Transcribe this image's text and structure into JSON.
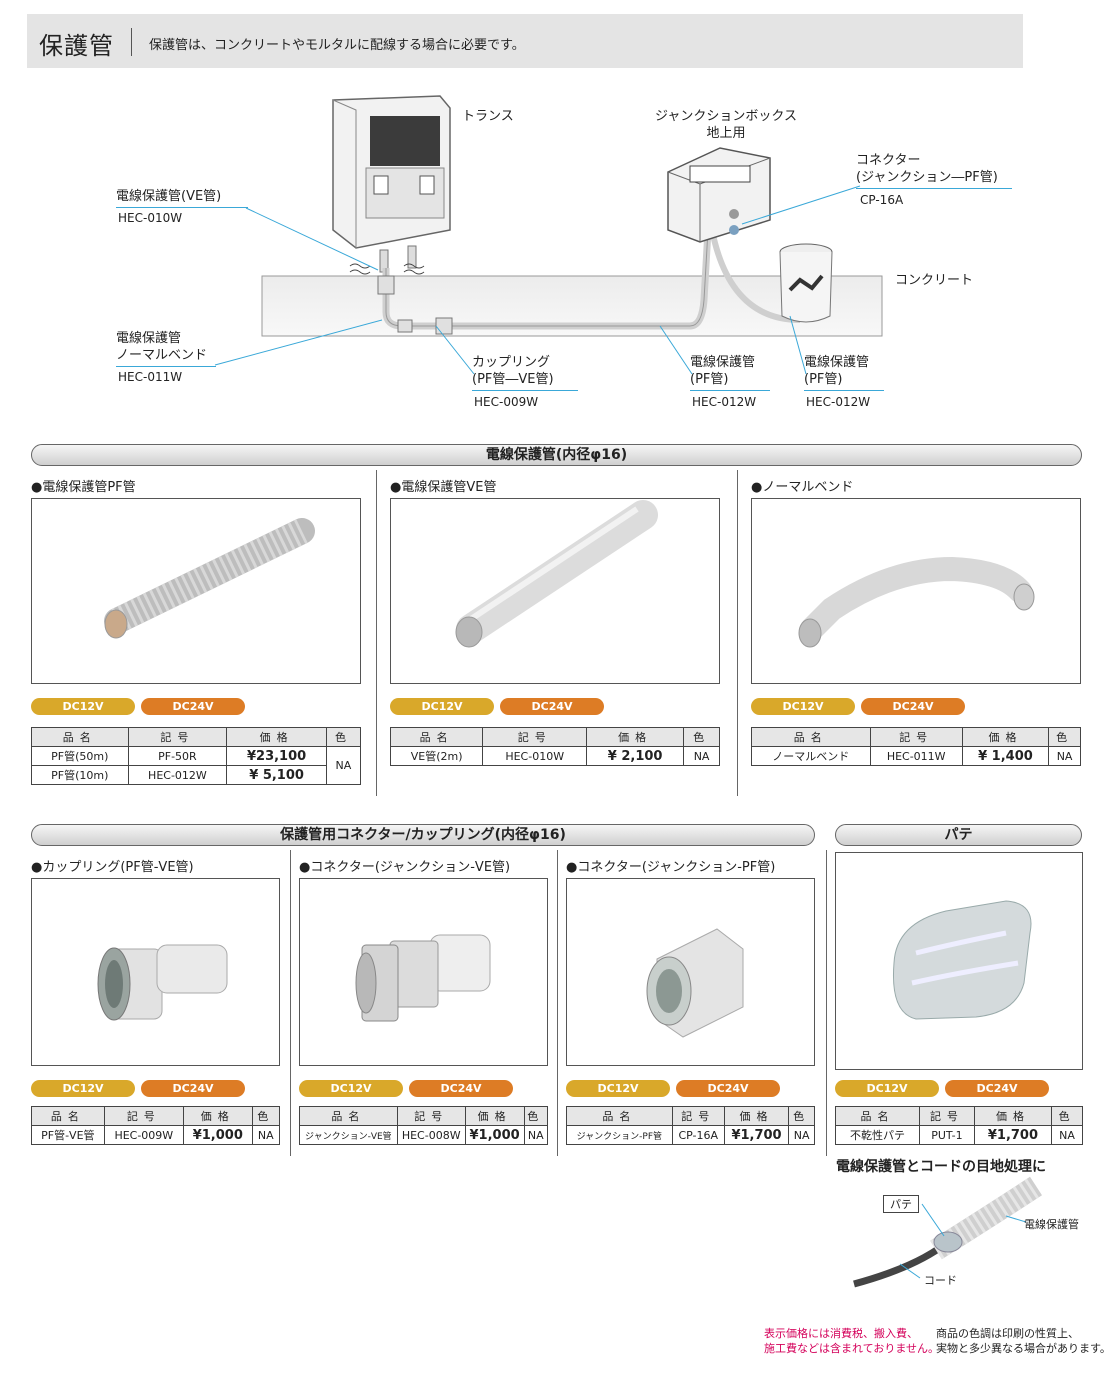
{
  "header": {
    "title": "保護管",
    "subtitle": "保護管は、コンクリートやモルタルに配線する場合に必要です。"
  },
  "diagram": {
    "transformer": "トランス",
    "jb1": "ジャンクションボックス",
    "jb2": "地上用",
    "connector1": "コネクター",
    "connector2": "(ジャンクション―PF管)",
    "connector_code": "CP-16A",
    "concrete": "コンクリート",
    "ve_pipe": "電線保護管(VE管)",
    "ve_code": "HEC-010W",
    "bend1": "電線保護管",
    "bend2": "ノーマルベンド",
    "bend_code": "HEC-011W",
    "coupling1": "カップリング",
    "coupling2": "(PF管―VE管)",
    "coupling_code": "HEC-009W",
    "pf1a": "電線保護管",
    "pf1b": "(PF管)",
    "pf1_code": "HEC-012W",
    "pf2a": "電線保護管",
    "pf2b": "(PF管)",
    "pf2_code": "HEC-012W"
  },
  "section1": {
    "title": "電線保護管(内径φ16)"
  },
  "section2": {
    "title": "保護管用コネクター/カップリング(内径φ16)"
  },
  "section3": {
    "title": "パテ"
  },
  "pills": {
    "dc12": "DC12V",
    "dc24": "DC24V"
  },
  "table_headers": {
    "name": "品名",
    "code": "記号",
    "price": "価格",
    "color": "色"
  },
  "products": {
    "pf": {
      "title": "●電線保護管PF管",
      "rows": [
        {
          "name": "PF管(50m)",
          "code": "PF-50R",
          "price": "¥23,100"
        },
        {
          "name": "PF管(10m)",
          "code": "HEC-012W",
          "price": "¥ 5,100"
        }
      ],
      "color": "NA"
    },
    "ve": {
      "title": "●電線保護管VE管",
      "name": "VE管(2m)",
      "code": "HEC-010W",
      "price": "¥ 2,100",
      "color": "NA"
    },
    "bend": {
      "title": "●ノーマルベンド",
      "name": "ノーマルベンド",
      "code": "HEC-011W",
      "price": "¥ 1,400",
      "color": "NA"
    },
    "coupling": {
      "title": "●カップリング(PF管-VE管)",
      "name": "PF管-VE管",
      "code": "HEC-009W",
      "price": "¥1,000",
      "color": "NA"
    },
    "conn_ve": {
      "title": "●コネクター(ジャンクション-VE管)",
      "name": "ジャンクション-VE管",
      "code": "HEC-008W",
      "price": "¥1,000",
      "color": "NA"
    },
    "conn_pf": {
      "title": "●コネクター(ジャンクション-PF管)",
      "name": "ジャンクション-PF管",
      "code": "CP-16A",
      "price": "¥1,700",
      "color": "NA"
    },
    "putty": {
      "name": "不乾性パテ",
      "code": "PUT-1",
      "price": "¥1,700",
      "color": "NA"
    }
  },
  "putty_usage": {
    "title": "電線保護管とコードの目地処理に",
    "putty": "パテ",
    "pipe": "電線保護管",
    "cord": "コード"
  },
  "notes": {
    "red1": "表示価格には消費税、搬入費、",
    "red2": "施工費などは含まれておりません。",
    "black1": "商品の色調は印刷の性質上、",
    "black2": "実物と多少異なる場合があります。"
  }
}
